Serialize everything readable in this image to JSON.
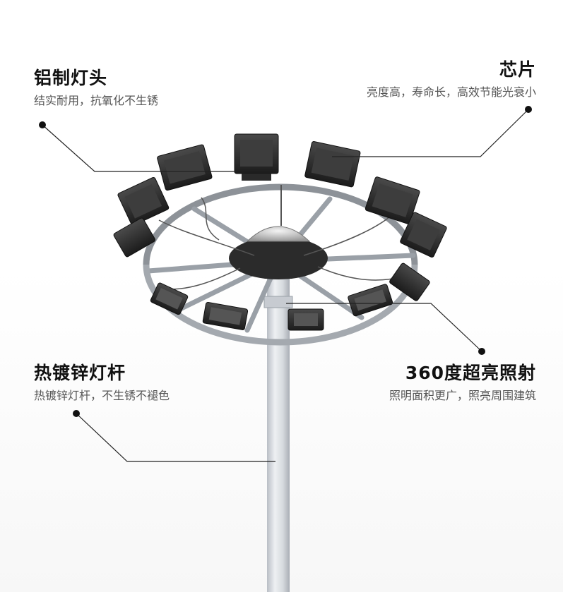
{
  "callouts": {
    "lamp_head": {
      "title": "铝制灯头",
      "desc": "结实耐用，抗氧化不生锈"
    },
    "chip": {
      "title": "芯片",
      "desc": "亮度高，寿命长，高效节能光衰小"
    },
    "pole": {
      "title": "热镀锌灯杆",
      "desc": "热镀锌灯杆，不生锈不褪色"
    },
    "lighting": {
      "title": "360度超亮照射",
      "desc": "照明面积更广，照亮周围建筑"
    }
  },
  "colors": {
    "pole": "#d9dde2",
    "lamp": "#333333",
    "line": "#222222",
    "text": "#111111",
    "subtext": "#555555"
  }
}
